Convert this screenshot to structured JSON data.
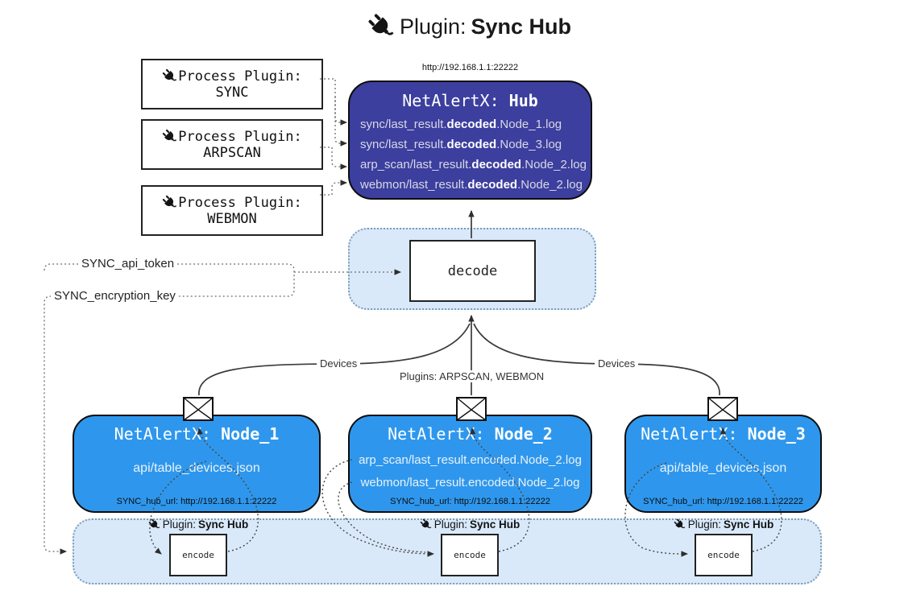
{
  "title": {
    "prefix": "Plugin: ",
    "bold": "Sync Hub"
  },
  "colors": {
    "hub_bg": "#3C3F9E",
    "node_bg": "#2E97ED",
    "panel_bg": "#D9E9F9",
    "line": "#3b3b3b"
  },
  "process_plugins": [
    {
      "label": "Process Plugin:",
      "name": "SYNC"
    },
    {
      "label": "Process Plugin:",
      "name": "ARPSCAN"
    },
    {
      "label": "Process Plugin:",
      "name": "WEBMON"
    }
  ],
  "hub": {
    "url_above": "http://192.168.1.1:22222",
    "title_prefix": "NetAlertX: ",
    "title_bold": "Hub",
    "lines": [
      {
        "pre": "sync/last_result.",
        "bold": "decoded",
        "post": ".Node_1.log"
      },
      {
        "pre": "sync/last_result.",
        "bold": "decoded",
        "post": ".Node_3.log"
      },
      {
        "pre": "arp_scan/last_result.",
        "bold": "decoded",
        "post": ".Node_2.log"
      },
      {
        "pre": "webmon/last_result.",
        "bold": "decoded",
        "post": ".Node_2.log"
      }
    ]
  },
  "decode_label": "decode",
  "secrets": {
    "api_token": "SYNC_api_token",
    "encryption_key": "SYNC_encryption_key"
  },
  "edge_labels": {
    "devices_left": "Devices",
    "plugins_mid": "Plugins: ARPSCAN, WEBMON",
    "devices_right": "Devices"
  },
  "nodes": [
    {
      "title_prefix": "NetAlertX: ",
      "title_bold": "Node_1",
      "files": [
        "api/table_devices.json"
      ],
      "hub_url": "SYNC_hub_url: http://192.168.1.1:22222"
    },
    {
      "title_prefix": "NetAlertX: ",
      "title_bold": "Node_2",
      "files": [
        "arp_scan/last_result.encoded.Node_2.log",
        "webmon/last_result.encoded.Node_2.log"
      ],
      "hub_url": "SYNC_hub_url: http://192.168.1.1:22222"
    },
    {
      "title_prefix": "NetAlertX: ",
      "title_bold": "Node_3",
      "files": [
        "api/table_devices.json"
      ],
      "hub_url": "SYNC_hub_url: http://192.168.1.1:22222"
    }
  ],
  "encoders": [
    {
      "plugin_prefix": "Plugin: ",
      "plugin_bold": "Sync Hub",
      "label": "encode"
    },
    {
      "plugin_prefix": "Plugin: ",
      "plugin_bold": "Sync Hub",
      "label": "encode"
    },
    {
      "plugin_prefix": "Plugin: ",
      "plugin_bold": "Sync Hub",
      "label": "encode"
    }
  ]
}
